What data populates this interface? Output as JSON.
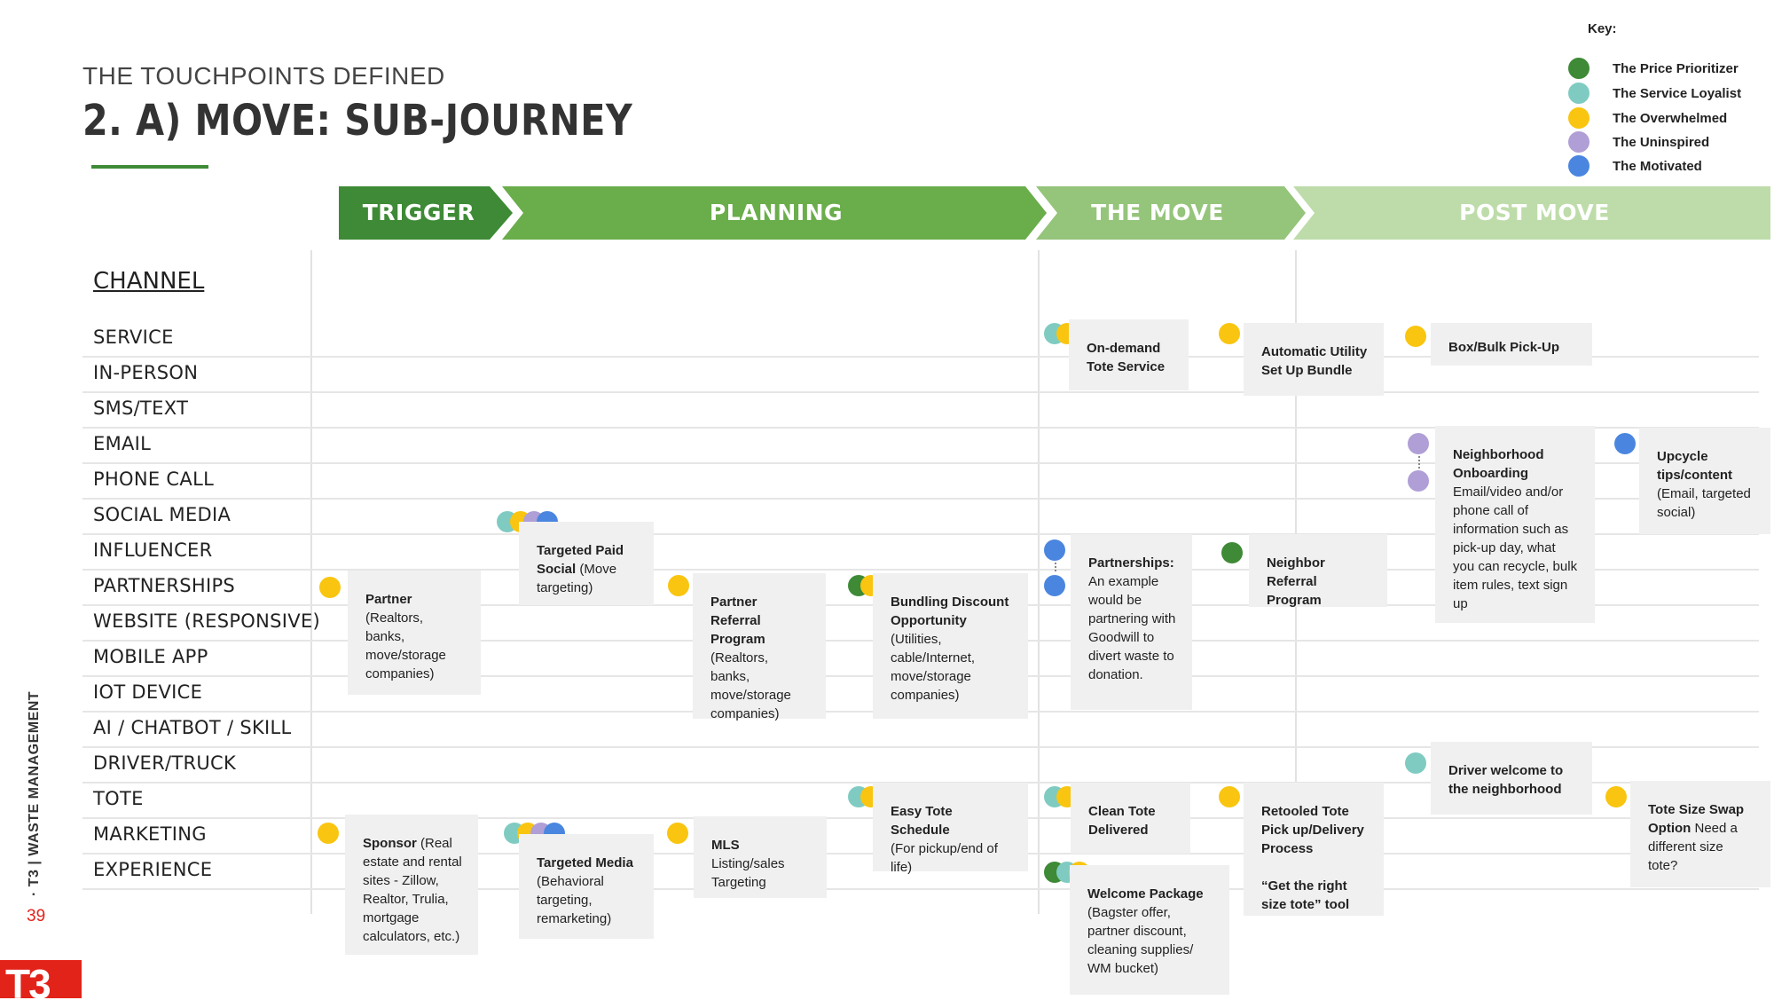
{
  "header": {
    "subtitle": "THE TOUCHPOINTS DEFINED",
    "title": "2. A) MOVE: SUB-JOURNEY"
  },
  "key": {
    "title": "Key:",
    "items": [
      {
        "label": "The Price Prioritizer",
        "color": "#3e8a36"
      },
      {
        "label": "The Service Loyalist",
        "color": "#7fcbc2"
      },
      {
        "label": "The Overwhelmed",
        "color": "#f9c510"
      },
      {
        "label": "The Uninspired",
        "color": "#b09fd6"
      },
      {
        "label": "The Motivated",
        "color": "#4a86e0"
      }
    ]
  },
  "phases": [
    {
      "label": "TRIGGER",
      "color": "#3e8a36"
    },
    {
      "label": "PLANNING",
      "color": "#6aad4b"
    },
    {
      "label": "THE MOVE",
      "color": "#95c47b"
    },
    {
      "label": "POST MOVE",
      "color": "#bedcaa"
    }
  ],
  "channel_header": "CHANNEL",
  "channels": [
    "SERVICE",
    "IN-PERSON",
    "SMS/TEXT",
    "EMAIL",
    "PHONE CALL",
    "SOCIAL MEDIA",
    "INFLUENCER",
    "PARTNERSHIPS",
    "WEBSITE (RESPONSIVE)",
    "MOBILE APP",
    "IOT DEVICE",
    "AI / CHATBOT / SKILL",
    "DRIVER/TRUCK",
    "TOTE",
    "MARKETING",
    "EXPERIENCE"
  ],
  "cards": {
    "partner": {
      "title": "Partner",
      "body": "(Realtors, banks, move/storage companies)"
    },
    "targeted_paid_social": {
      "title": "Targeted Paid Social",
      "body": " (Move targeting)"
    },
    "partner_referral": {
      "title": "Partner Referral Program",
      "body": "(Realtors, banks, move/storage companies)"
    },
    "bundling_discount": {
      "title": "Bundling Discount Opportunity",
      "body": "(Utilities, cable/Internet, move/storage companies)"
    },
    "on_demand_tote": {
      "title": "On-demand Tote Service",
      "body": ""
    },
    "partnerships_goodwill": {
      "title": "Partnerships:",
      "body": "An example would be partnering with Goodwill to divert waste to donation."
    },
    "automatic_utility": {
      "title": "Automatic Utility Set Up Bundle",
      "body": ""
    },
    "neighbor_referral": {
      "title": "Neighbor Referral Program",
      "body": ""
    },
    "box_bulk": {
      "title": "Box/Bulk Pick-Up",
      "body": ""
    },
    "neighborhood_onboarding": {
      "title": "Neighborhood Onboarding",
      "body": "Email/video and/or phone call of information such as pick-up day, what you can recycle, bulk item rules, text sign up"
    },
    "upcycle_tips": {
      "title": "Upcycle tips/content",
      "body": "(Email, targeted social)"
    },
    "driver_welcome": {
      "title": "Driver welcome to the neighborhood",
      "body": ""
    },
    "sponsor": {
      "title": "Sponsor",
      "body": " (Real estate and rental sites - Zillow, Realtor, Trulia, mortgage calculators, etc.)"
    },
    "targeted_media": {
      "title": "Targeted Media",
      "body": "(Behavioral targeting, remarketing)"
    },
    "mls": {
      "title": "MLS",
      "body": "Listing/sales Targeting"
    },
    "easy_tote": {
      "title": "Easy Tote Schedule",
      "body": "(For pickup/end of life)"
    },
    "clean_tote": {
      "title": "Clean Tote Delivered",
      "body": ""
    },
    "welcome_package": {
      "title": "Welcome Package",
      "body": "(Bagster offer, partner discount, cleaning supplies/ WM bucket)"
    },
    "retooled_tote": {
      "title": "Retooled Tote Pick up/Delivery Process",
      "body": "“Get the right size tote” tool"
    },
    "tote_size_swap": {
      "title": "Tote Size Swap Option",
      "body": " Need a different size tote?"
    }
  },
  "footer": {
    "side_label": "· T3 | WASTE MANAGEMENT",
    "page_number": "39",
    "logo": "T3"
  }
}
